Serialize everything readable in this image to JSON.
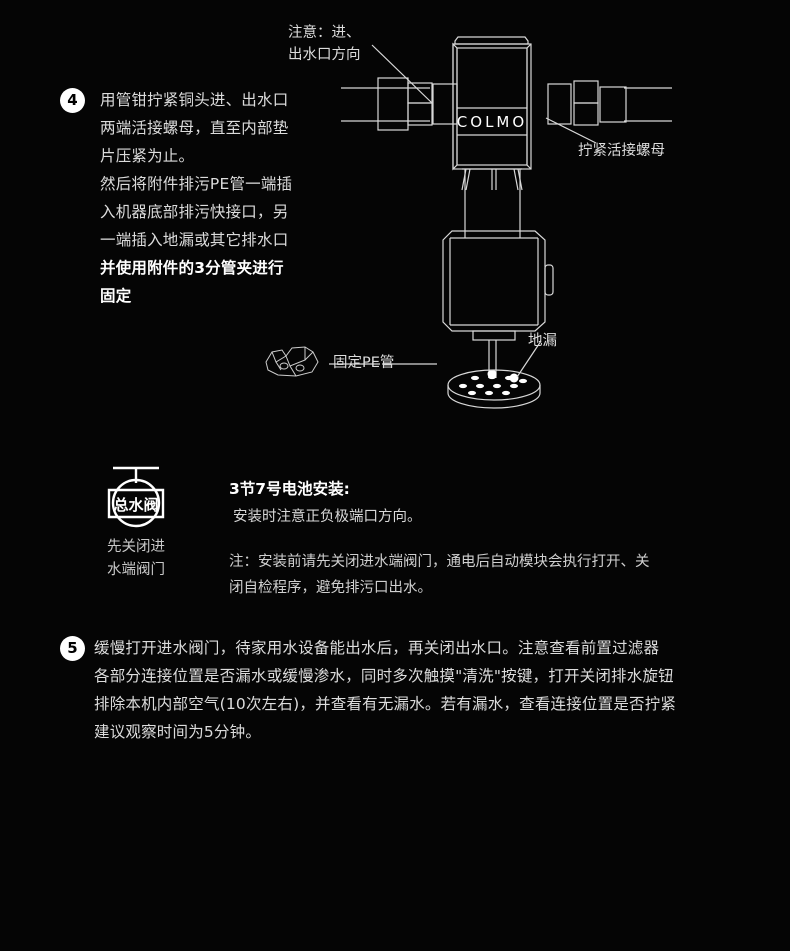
{
  "page": {
    "background_color": "#050505",
    "text_color": "#dcdcdc",
    "accent_color": "#ffffff"
  },
  "steps": [
    {
      "number": "4",
      "lines": [
        "用管钳拧紧铜头进、出水口",
        "两端活接螺母，直至内部垫",
        "片压紧为止。",
        "然后将附件排污PE管一端插",
        "入机器底部排污快接口，另",
        "一端插入地漏或其它排水口"
      ],
      "bold_lines": [
        "并使用附件的3分管夹进行",
        "固定"
      ]
    },
    {
      "number": "5",
      "lines": [
        "缓慢打开进水阀门，待家用水设备能出水后，再关闭出水口。注意查看前置过滤器",
        "各部分连接位置是否漏水或缓慢渗水，同时多次触摸\"清洗\"按键，打开关闭排水旋钮",
        "排除本机内部空气(10次左右)，并查看有无漏水。若有漏水，查看连接位置是否拧紧",
        "建议观察时间为5分钟。"
      ]
    }
  ],
  "diagram": {
    "brand_label": "COLMO",
    "callouts": {
      "inlet_outlet_direction": "注意：进、\n出水口方向",
      "tighten_union_nut": "拧紧活接螺母",
      "floor_drain": "地漏",
      "fix_pe_pipe": "固定PE管"
    }
  },
  "valve": {
    "icon_label": "总水阀",
    "caption": "先关闭进\n水端阀门"
  },
  "battery": {
    "title": "3节7号电池安装:",
    "subtitle": "安装时注意正负极端口方向。",
    "note_lines": [
      "注：安装前请先关闭进水端阀门，通电后自动模块会执行打开、关",
      "闭自检程序，避免排污口出水。"
    ]
  }
}
